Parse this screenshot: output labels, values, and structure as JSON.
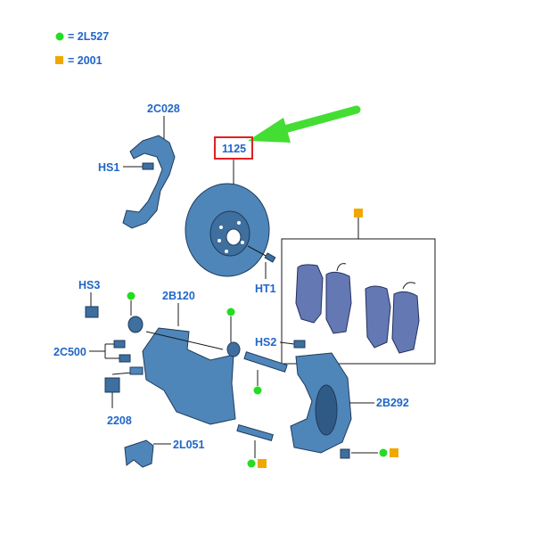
{
  "legend": [
    {
      "symbol": "green-dot",
      "text": "= 2L527"
    },
    {
      "symbol": "orange-square",
      "text": "= 2001"
    }
  ],
  "callouts": {
    "c_2c028": "2C028",
    "c_hs1": "HS1",
    "c_1125": "1125",
    "c_ht1": "HT1",
    "c_hs3": "HS3",
    "c_2b120": "2B120",
    "c_hs2": "HS2",
    "c_2c500": "2C500",
    "c_2208": "2208",
    "c_2b292": "2B292",
    "c_2l051": "2L051"
  },
  "colors": {
    "label": "#1f66c8",
    "part": "#4f86b9",
    "pad": "#6478b4",
    "green_marker": "#22dd22",
    "orange_marker": "#f0a800",
    "highlight_box": "#e02020",
    "pointer_arrow": "#44dd33"
  }
}
